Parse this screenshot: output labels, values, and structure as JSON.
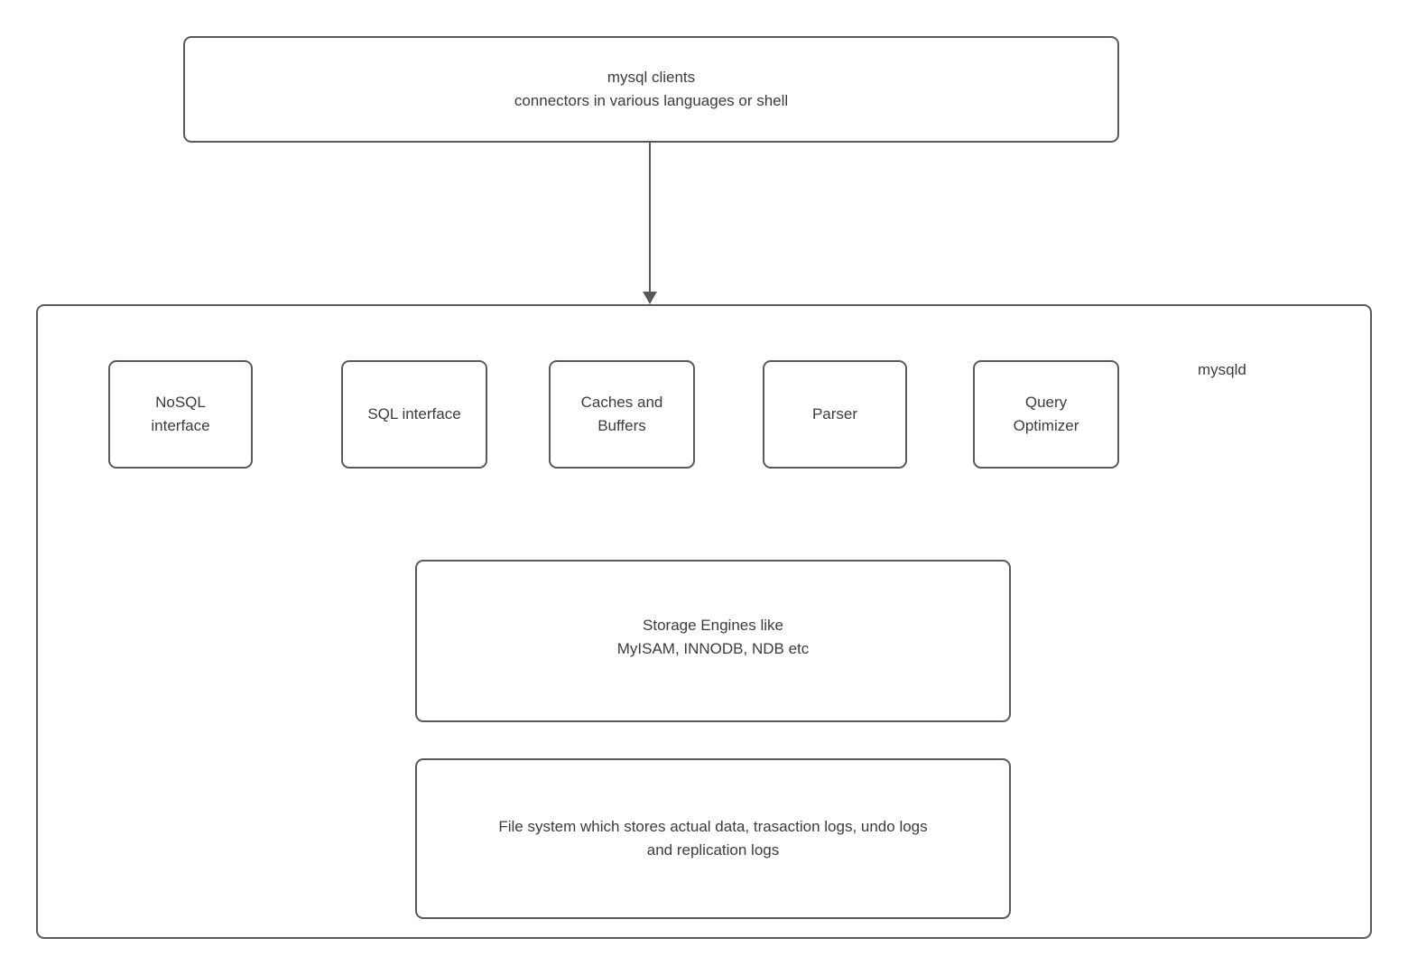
{
  "colors": {
    "border": "#595959",
    "text": "#3b3b3b",
    "background": "#ffffff"
  },
  "clients_box": {
    "lines": [
      "mysql clients",
      "connectors in various languages or shell"
    ]
  },
  "mysqld_label": "mysqld",
  "modules": [
    {
      "id": "nosql-interface",
      "lines": [
        "NoSQL",
        "interface"
      ]
    },
    {
      "id": "sql-interface",
      "lines": [
        "SQL interface"
      ]
    },
    {
      "id": "caches-and-buffers",
      "lines": [
        "Caches and",
        "Buffers"
      ]
    },
    {
      "id": "parser",
      "lines": [
        "Parser"
      ]
    },
    {
      "id": "query-optimizer",
      "lines": [
        "Query",
        "Optimizer"
      ]
    }
  ],
  "storage_box": {
    "lines": [
      "Storage Engines like",
      "MyISAM, INNODB, NDB etc"
    ]
  },
  "filesystem_box": {
    "lines": [
      "File system which stores actual data, trasaction logs, undo logs",
      "and replication logs"
    ]
  }
}
